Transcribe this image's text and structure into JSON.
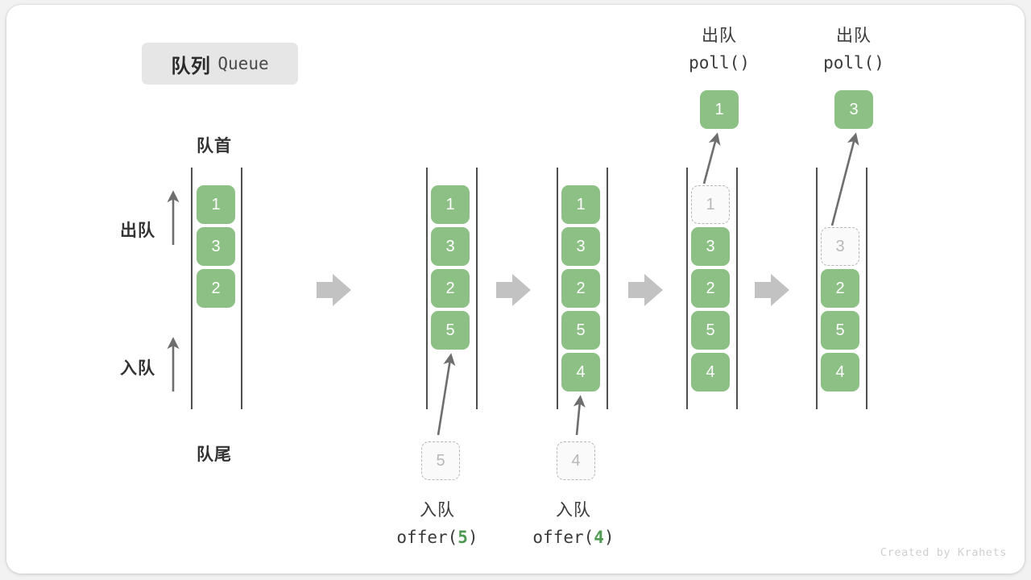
{
  "title": {
    "cn": "队列",
    "en": "Queue"
  },
  "labels": {
    "front": "队首",
    "rear": "队尾",
    "dequeue": "出队",
    "enqueue": "入队"
  },
  "watermark": "Created by Krahets",
  "colors": {
    "cell_fill": "#8cc084",
    "cell_text": "#ffffff",
    "ghost_border": "#b6b6b6",
    "ghost_text": "#b8b8b8",
    "rail": "#4f4f4f",
    "arrow": "#6e6e6e",
    "step_arrow": "#c2c2c2",
    "chip_bg": "#e6e6e6",
    "accent_green": "#4e9a51"
  },
  "columns": [
    {
      "id": "state-initial",
      "cells": [
        {
          "value": "1",
          "state": "filled"
        },
        {
          "value": "3",
          "state": "filled"
        },
        {
          "value": "2",
          "state": "filled"
        }
      ]
    },
    {
      "id": "state-after-offer-5",
      "cells": [
        {
          "value": "1",
          "state": "filled"
        },
        {
          "value": "3",
          "state": "filled"
        },
        {
          "value": "2",
          "state": "filled"
        },
        {
          "value": "5",
          "state": "filled"
        }
      ],
      "incoming": {
        "value": "5",
        "state": "ghost"
      }
    },
    {
      "id": "state-after-offer-4",
      "cells": [
        {
          "value": "1",
          "state": "filled"
        },
        {
          "value": "3",
          "state": "filled"
        },
        {
          "value": "2",
          "state": "filled"
        },
        {
          "value": "5",
          "state": "filled"
        },
        {
          "value": "4",
          "state": "filled"
        }
      ],
      "incoming": {
        "value": "4",
        "state": "ghost"
      }
    },
    {
      "id": "state-after-poll-1",
      "cells": [
        {
          "value": "1",
          "state": "ghost"
        },
        {
          "value": "3",
          "state": "filled"
        },
        {
          "value": "2",
          "state": "filled"
        },
        {
          "value": "5",
          "state": "filled"
        },
        {
          "value": "4",
          "state": "filled"
        }
      ],
      "outgoing": {
        "value": "1",
        "state": "filled"
      }
    },
    {
      "id": "state-after-poll-3",
      "cells": [
        {
          "value": "3",
          "state": "ghost"
        },
        {
          "value": "2",
          "state": "filled"
        },
        {
          "value": "5",
          "state": "filled"
        },
        {
          "value": "4",
          "state": "filled"
        }
      ],
      "outgoing": {
        "value": "3",
        "state": "filled"
      }
    }
  ],
  "operations": {
    "offer_5": {
      "cn": "入队",
      "fn": "offer(",
      "arg": "5",
      "close": ")"
    },
    "offer_4": {
      "cn": "入队",
      "fn": "offer(",
      "arg": "4",
      "close": ")"
    },
    "poll_1": {
      "cn": "出队",
      "fn": "poll()"
    },
    "poll_2": {
      "cn": "出队",
      "fn": "poll()"
    }
  }
}
